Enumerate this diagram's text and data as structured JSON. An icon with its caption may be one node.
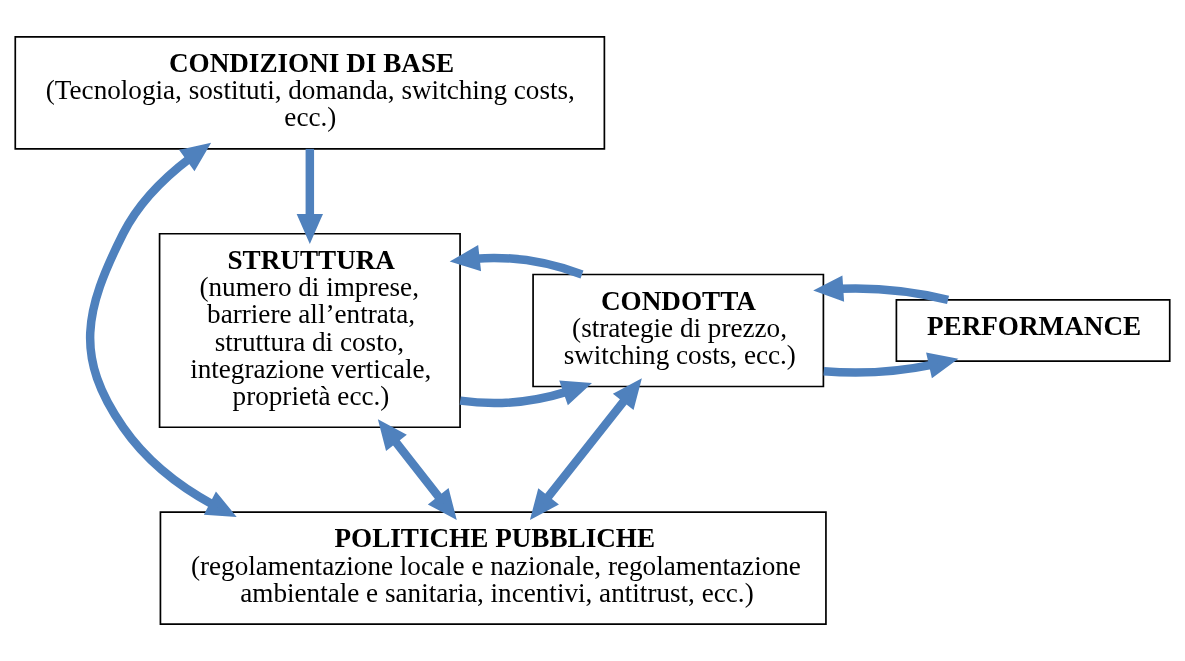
{
  "diagram": {
    "nodes": [
      {
        "text": [
          "POLITICHE PUBBLICHE",
          "(regolamentazione locale e nazionale, regolamentazione ambientale e sanitaria, incentivi, antitrust, ecc.)"
        ]
      },
      {
        "text": [
          "STRUTTURA",
          "(numero di imprese, barriere all’entrata, struttura di costo, integrazione verticale, proprietà ecc.)"
        ]
      },
      {
        "text": [
          "CONDOTTA",
          "(strategie di prezzo, switching costs, ecc.)"
        ]
      },
      {
        "text": [
          "PERFORMANCE"
        ]
      },
      {
        "text": [
          "CONDIZIONI DI BASE",
          "(Tecnologia, sostituti, domanda, switching costs, ecc.)"
        ]
      }
    ],
    "edges": [
      {
        "from": 4,
        "to": 0,
        "arrow": "both"
      },
      {
        "from": 1,
        "to": 0,
        "arrow": "both"
      },
      {
        "from": 2,
        "to": 0,
        "arrow": "both"
      },
      {
        "from": 1,
        "to": 2,
        "arrow": "to"
      },
      {
        "from": 2,
        "to": 3,
        "arrow": "to"
      },
      {
        "from": 4,
        "to": 1,
        "arrow": "to"
      },
      {
        "from": 2,
        "to": 1,
        "arrow": "to"
      },
      {
        "from": 3,
        "to": 2,
        "arrow": "to"
      }
    ]
  }
}
